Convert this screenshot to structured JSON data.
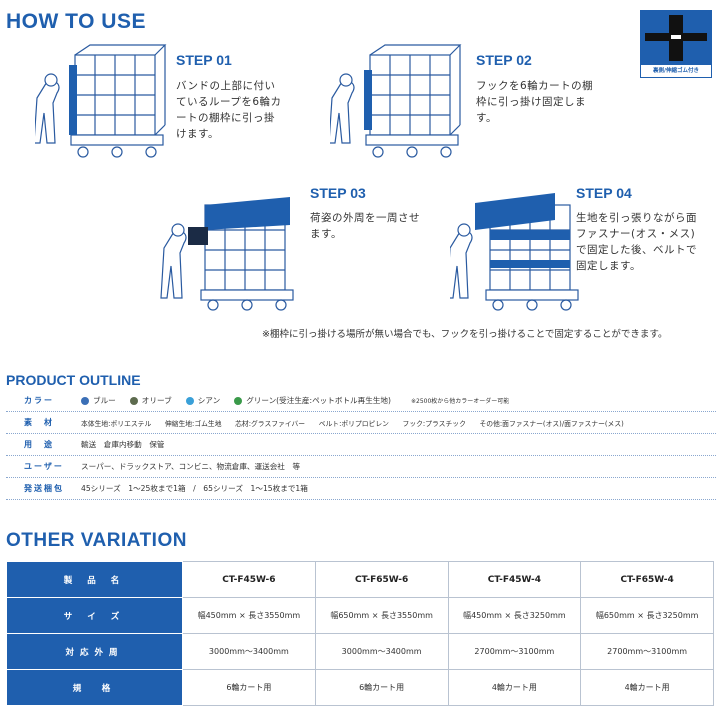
{
  "how_to_use": {
    "title": "HOW TO USE",
    "badge_label": "裏側/伸縮ゴム付き",
    "steps": [
      {
        "title": "STEP 01",
        "text": "バンドの上部に付い\nているループを6輪カ\nートの棚枠に引っ掛\nけます。"
      },
      {
        "title": "STEP 02",
        "text": "フックを6輪カートの棚\n枠に引っ掛け固定しま\nす。"
      },
      {
        "title": "STEP 03",
        "text": "荷姿の外周を一周させ\nます。"
      },
      {
        "title": "STEP 04",
        "text": "生地を引っ張りながら面\nファスナー(オス・メス)\nで固定した後、ベルトで\n固定します。"
      }
    ],
    "note": "※棚枠に引っ掛ける場所が無い場合でも、フックを引っ掛けることで固定することができます。"
  },
  "product_outline": {
    "title": "PRODUCT OUTLINE",
    "rows": [
      {
        "label": "カラー",
        "colors": [
          {
            "name": "ブルー",
            "hex": "#3b6fb6"
          },
          {
            "name": "オリーブ",
            "hex": "#5d6b4e"
          },
          {
            "name": "シアン",
            "hex": "#3aa0d8"
          },
          {
            "name": "グリーン(受注生産:ペットボトル再生生地)",
            "hex": "#3a9a4a"
          }
        ],
        "extra": "※2500枚から他カラーオーダー可能"
      },
      {
        "label": "素　材",
        "value": "本体生地:ポリエステル　　伸縮生地:ゴム生地　　芯材:グラスファイバー　　ベルト:ポリプロピレン　　フック:プラスチック　　その他:面ファスナー(オス)/面ファスナー(メス)"
      },
      {
        "label": "用　途",
        "value": "輸送　倉庫内移動　保管"
      },
      {
        "label": "ユーザー",
        "value": "スーパー、ドラックストア、コンビニ、物流倉庫、運送会社　等"
      },
      {
        "label": "発送梱包",
        "value": "45シリーズ　1～25枚まで1箱　/　65シリーズ　1～15枚まで1箱"
      }
    ]
  },
  "other_variation": {
    "title": "OTHER VARIATION",
    "rows": [
      {
        "label": "製 品 名",
        "cells": [
          "CT-F45W-6",
          "CT-F65W-6",
          "CT-F45W-4",
          "CT-F65W-4"
        ]
      },
      {
        "label": "サ イ ズ",
        "cells": [
          "幅450mm × 長さ3550mm",
          "幅650mm × 長さ3550mm",
          "幅450mm × 長さ3250mm",
          "幅650mm × 長さ3250mm"
        ]
      },
      {
        "label": "対応外周",
        "cells": [
          "3000mm～3400mm",
          "3000mm～3400mm",
          "2700mm～3100mm",
          "2700mm～3100mm"
        ]
      },
      {
        "label": "規　格",
        "cells": [
          "6輪カート用",
          "6輪カート用",
          "4輪カート用",
          "4輪カート用"
        ]
      }
    ]
  },
  "colors": {
    "brand": "#1f5fae",
    "illustration_stroke": "#2a5aa0"
  }
}
